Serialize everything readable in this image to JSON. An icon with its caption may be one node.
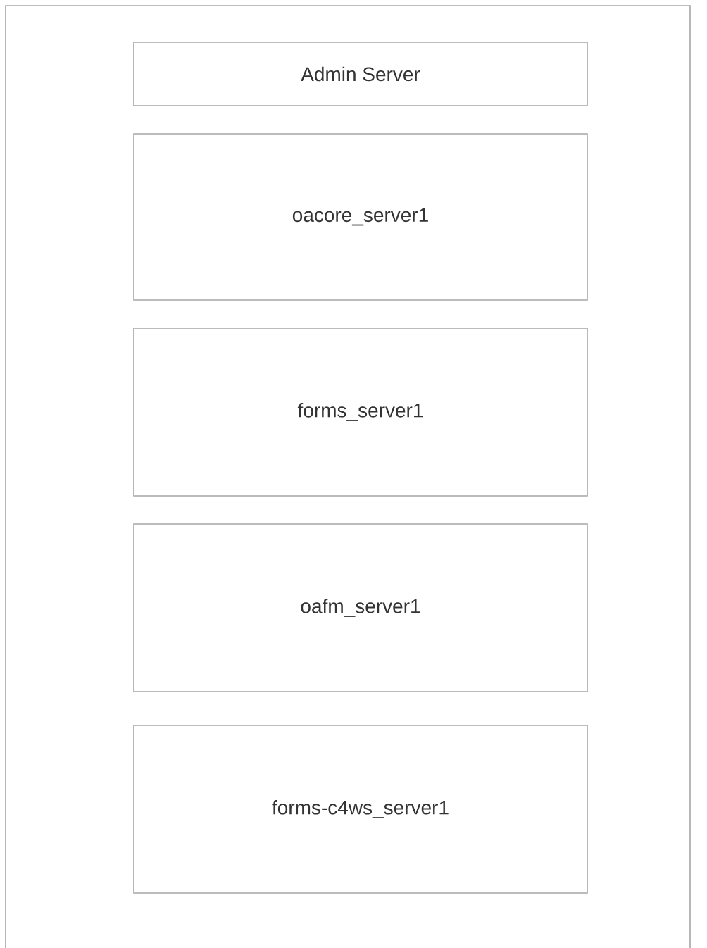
{
  "diagram": {
    "nodes": [
      {
        "text": [],
        "shape": "box"
      },
      {
        "text": [
          "Admin Server"
        ],
        "in": 0
      },
      {
        "text": [
          "oacore_server1"
        ],
        "in": 0
      },
      {
        "text": [
          "forms_server1"
        ],
        "in": 0
      },
      {
        "text": [
          "oafm_server1"
        ],
        "in": 0
      },
      {
        "text": [
          "forms-c4ws_server1"
        ],
        "in": 0
      }
    ]
  }
}
